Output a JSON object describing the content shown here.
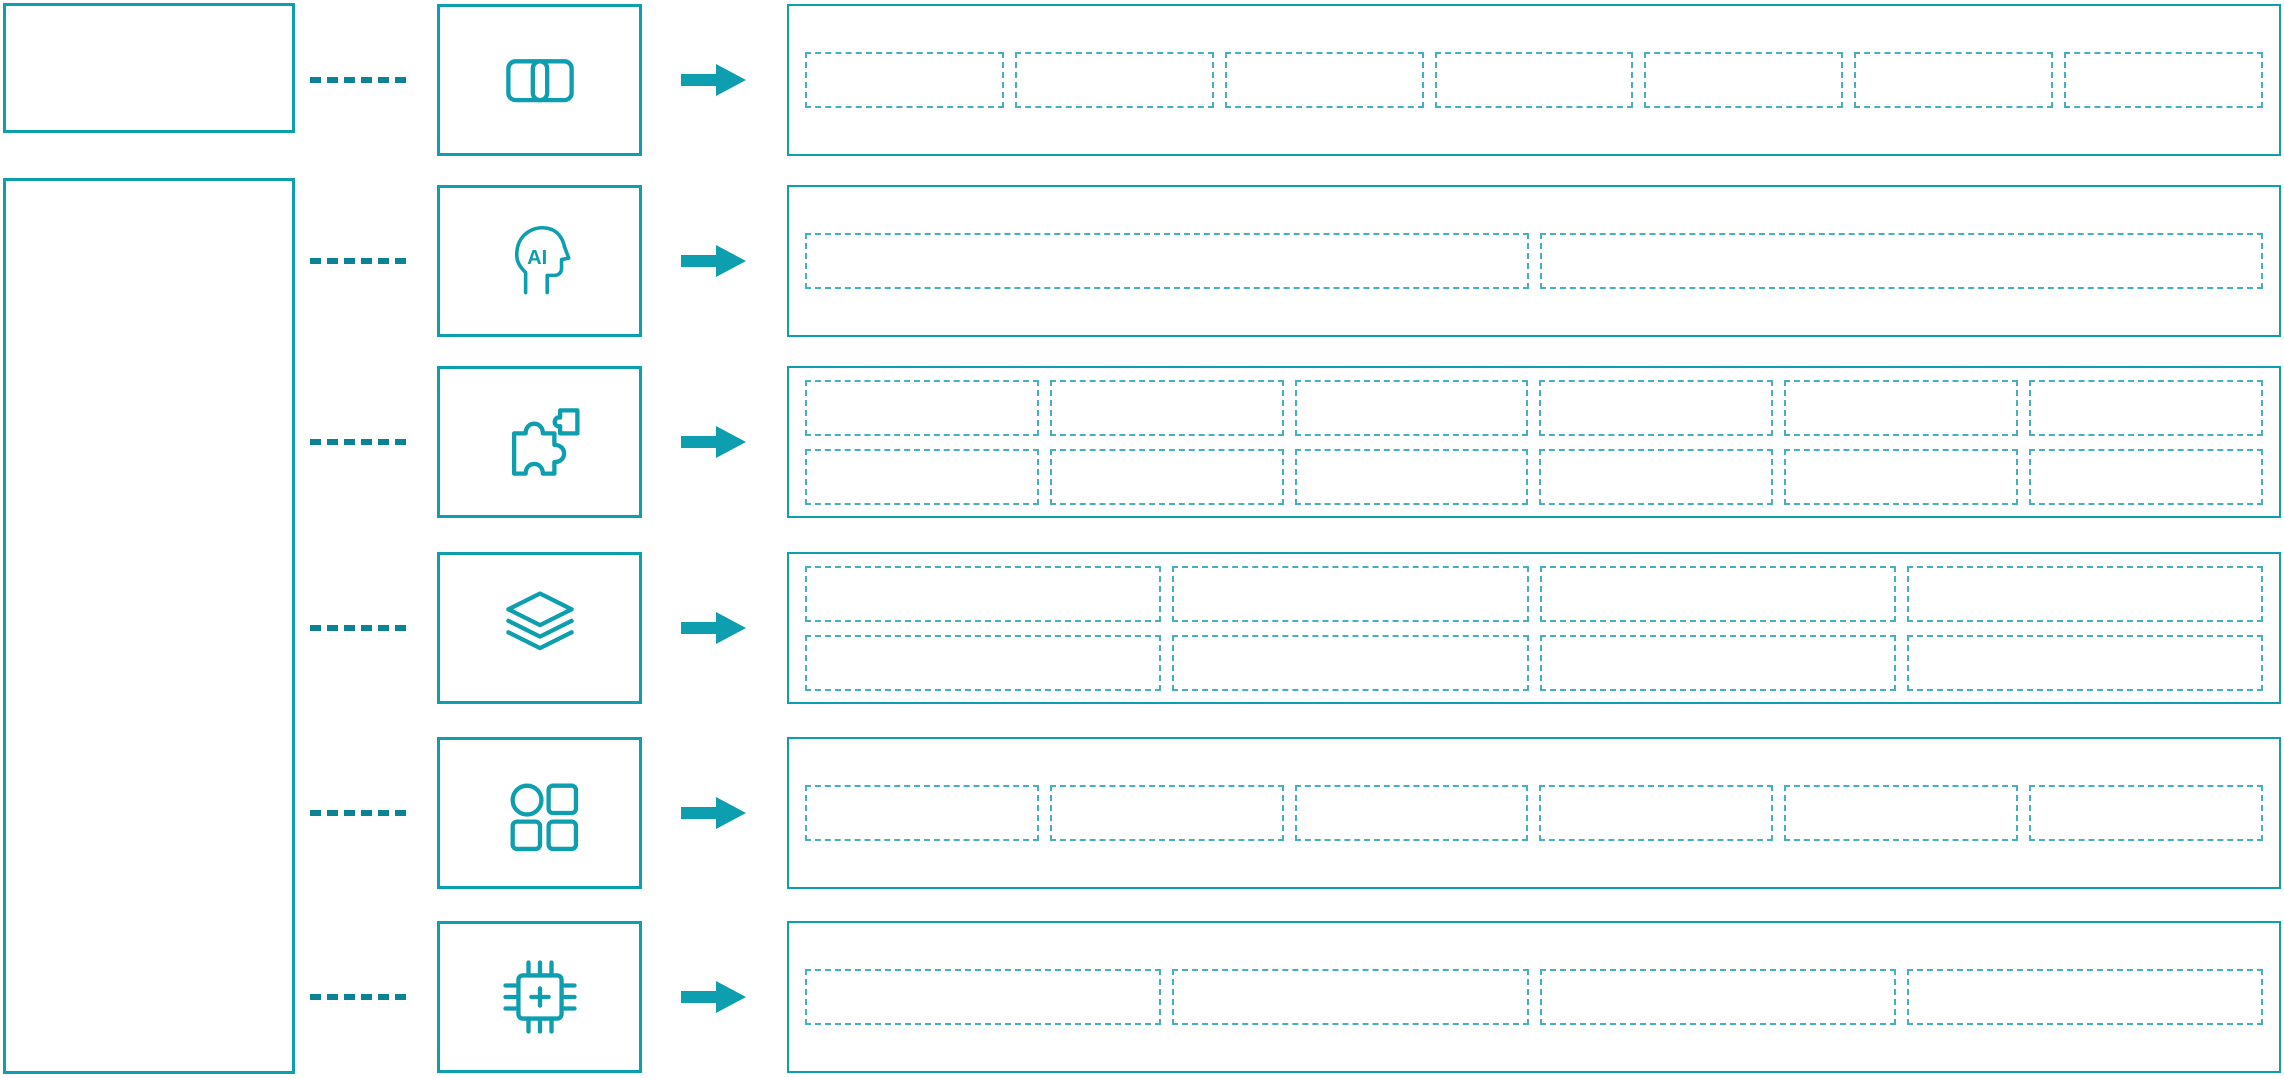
{
  "palette": {
    "primary": "#0d9eaf",
    "connector": "#0b8296",
    "placeholder_dash": "#45b0c0",
    "background": "#ffffff"
  },
  "rows": [
    {
      "icon": "overlapping-squares-icon",
      "placeholder_rows": [
        7
      ]
    },
    {
      "icon": "ai-head-icon",
      "icon_text": "AI",
      "placeholder_rows": [
        2
      ]
    },
    {
      "icon": "puzzle-icon",
      "placeholder_rows": [
        6,
        6
      ]
    },
    {
      "icon": "layers-icon",
      "placeholder_rows": [
        4,
        4
      ]
    },
    {
      "icon": "app-grid-icon",
      "placeholder_rows": [
        6
      ]
    },
    {
      "icon": "chip-icon",
      "placeholder_rows": [
        4
      ]
    }
  ]
}
